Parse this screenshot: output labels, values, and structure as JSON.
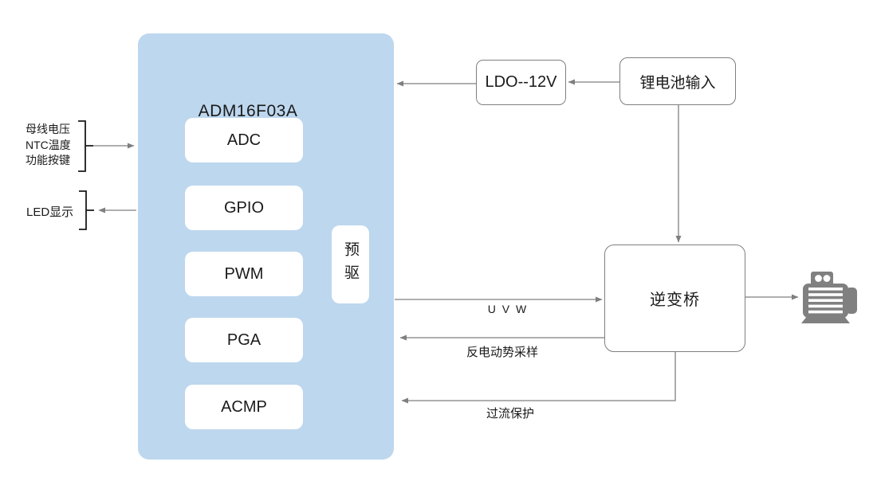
{
  "chip": {
    "title": "ADM16F03A",
    "blocks": [
      "ADC",
      "GPIO",
      "PWM",
      "PGA",
      "ACMP"
    ],
    "predriver": "预驱"
  },
  "external_boxes": {
    "ldo": "LDO--12V",
    "battery": "锂电池输入",
    "inverter": "逆变桥"
  },
  "io_labels": {
    "analog_inputs": [
      "母线电压",
      "NTC温度",
      "功能按键"
    ],
    "led": "LED显示"
  },
  "signal_labels": {
    "uvw": "U V W",
    "bemf": "反电动势采样",
    "overcurrent": "过流保护"
  },
  "icons": {
    "motor": "motor-icon"
  },
  "colors": {
    "chip_fill": "#bdd7ee",
    "inner_block_fill": "#ffffff",
    "connector_line": "#7f7f7f",
    "bracket_line": "#1a1a1a",
    "box_border": "#7f7f7f",
    "motor_gray": "#808080",
    "text": "#1a1a1a",
    "background": "#ffffff"
  }
}
